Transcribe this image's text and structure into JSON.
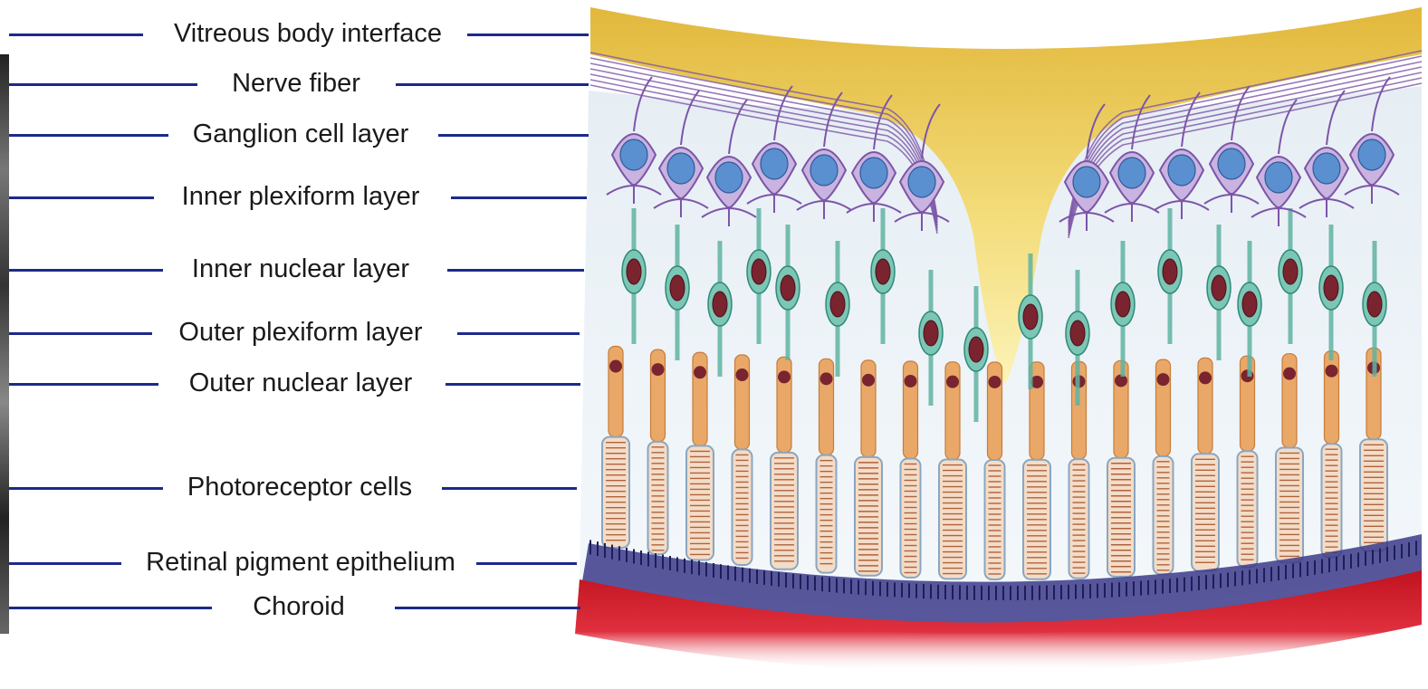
{
  "labels": [
    {
      "id": "vitreous-body-interface",
      "text": "Vitreous body interface"
    },
    {
      "id": "nerve-fiber",
      "text": "Nerve fiber"
    },
    {
      "id": "ganglion-cell-layer",
      "text": "Ganglion cell layer"
    },
    {
      "id": "inner-plexiform-layer",
      "text": "Inner plexiform layer"
    },
    {
      "id": "inner-nuclear-layer",
      "text": "Inner nuclear layer"
    },
    {
      "id": "outer-plexiform-layer",
      "text": "Outer plexiform layer"
    },
    {
      "id": "outer-nuclear-layer",
      "text": "Outer nuclear layer"
    },
    {
      "id": "photoreceptor-cells",
      "text": "Photoreceptor cells"
    },
    {
      "id": "retinal-pigment-epithelium",
      "text": "Retinal pigment epithelium"
    },
    {
      "id": "choroid",
      "text": "Choroid"
    }
  ],
  "colors": {
    "leader_line": "#1c2a8a",
    "vitreous": "#e8c24a",
    "nerve_fiber": "#7d55a8",
    "ganglion_nucleus": "#5a8fd0",
    "bipolar_cell": "#5fb3a2",
    "photoreceptor": "#e9a868",
    "pigment_epithelium": "#3b3a8a",
    "choroid": "#d41f35"
  }
}
